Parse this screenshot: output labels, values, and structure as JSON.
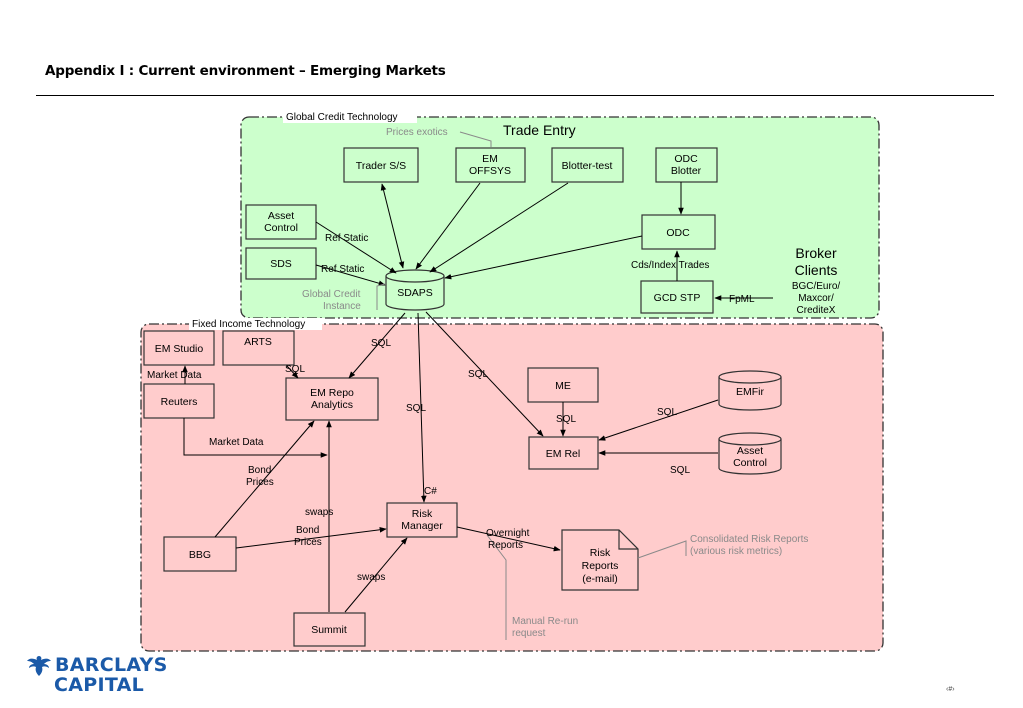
{
  "page": {
    "title": "Appendix I : Current environment – Emerging Markets",
    "page_number": "‹#›"
  },
  "logo": {
    "line1": "BARCLAYS",
    "line2": "CAPITAL",
    "icon": "eagle-icon",
    "color": "#1b5aa8"
  },
  "colors": {
    "gct_fill": "#ccffcc",
    "fit_fill": "#ffcccc",
    "border": "#333333",
    "annotation": "#8a8a8a"
  },
  "regions": {
    "gct": {
      "label": "Global Credit Technology",
      "heading": "Trade Entry"
    },
    "fit": {
      "label": "Fixed Income Technology"
    }
  },
  "nodes": {
    "trader_ss": "Trader S/S",
    "em_offsys": [
      "EM",
      "OFFSYS"
    ],
    "blotter_test": "Blotter-test",
    "odc_blotter": [
      "ODC",
      "Blotter"
    ],
    "asset_control_top": [
      "Asset",
      "Control"
    ],
    "sds": "SDS",
    "odc": "ODC",
    "sdaps": "SDAPS",
    "gcd_stp": "GCD STP",
    "em_studio": "EM Studio",
    "arts": "ARTS",
    "reuters": "Reuters",
    "em_repo": [
      "EM Repo",
      "Analytics"
    ],
    "me": "ME",
    "emfir": "EMFir",
    "em_rel": "EM Rel",
    "asset_control_bottom": [
      "Asset",
      "Control"
    ],
    "risk_manager": [
      "Risk",
      "Manager"
    ],
    "bbg": "BBG",
    "risk_reports": [
      "Risk",
      "Reports",
      "(e-mail)"
    ],
    "summit": "Summit"
  },
  "labels": {
    "prices_exotics": "Prices exotics",
    "ref_static_1": "Ref Static",
    "ref_static_2": "Ref Static",
    "global_credit_instance": [
      "Global Credit",
      "Instance"
    ],
    "cds_index_trades": "Cds/Index Trades",
    "broker_clients": [
      "Broker",
      "Clients"
    ],
    "broker_list": [
      "BGC/Euro/",
      "Maxcor/",
      "CrediteX"
    ],
    "fpml": "FpML",
    "sql_arts": "SQL",
    "sql_sdaps_repo": "SQL",
    "sql_sdaps_risk": "SQL",
    "sql_sdaps_rel": "SQL",
    "sql_me": "SQL",
    "sql_emfir": "SQL",
    "sql_asset": "SQL",
    "market_data_1": "Market Data",
    "market_data_2": "Market Data",
    "bond_prices_1": [
      "Bond",
      "Prices"
    ],
    "bond_prices_2": [
      "Bond",
      "Prices"
    ],
    "swaps_1": "swaps",
    "swaps_2": "swaps",
    "csharp": "C#",
    "overnight_reports": [
      "Overnight",
      "Reports"
    ],
    "consolidated": [
      "Consolidated Risk Reports",
      "(various risk metrics)"
    ],
    "manual_rerun": [
      "Manual Re-run",
      "request"
    ]
  }
}
